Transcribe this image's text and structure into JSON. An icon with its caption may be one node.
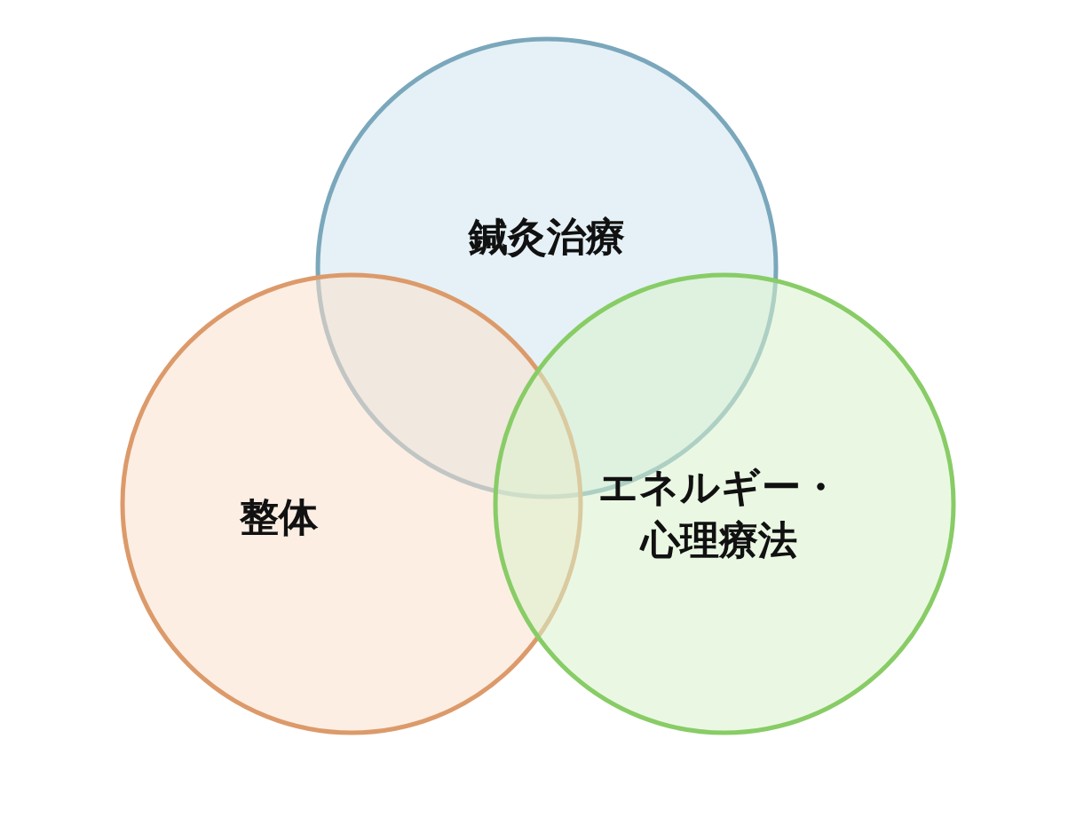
{
  "diagram": {
    "nodes": [
      {
        "text": [
          "鍼灸治療"
        ]
      },
      {
        "text": [
          "整体"
        ]
      },
      {
        "text": [
          "エネルギー・心理療法"
        ]
      }
    ]
  }
}
